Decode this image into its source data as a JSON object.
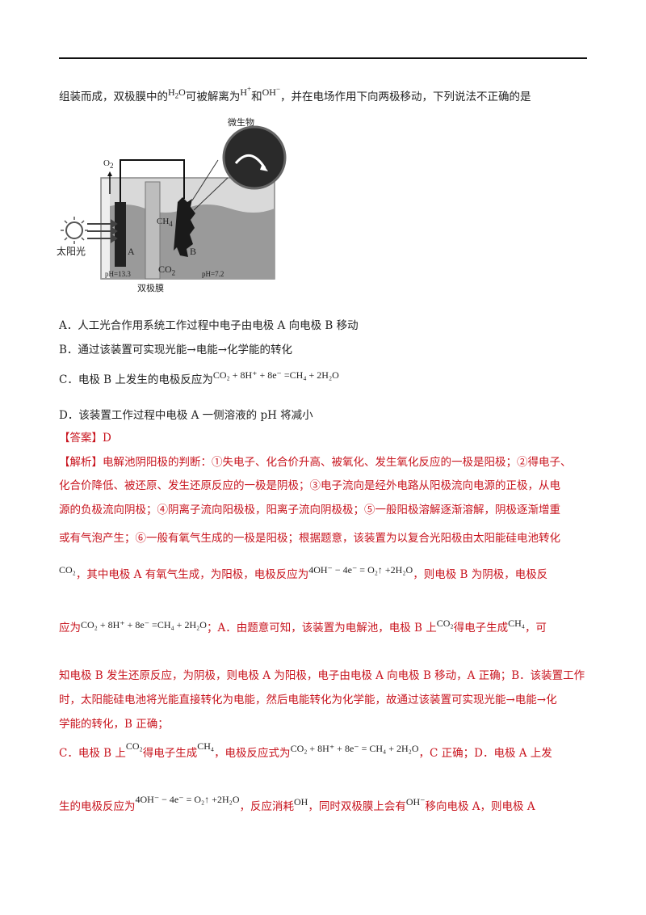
{
  "intro": {
    "pre": "组装而成，双极膜中的",
    "h2o": "H",
    "h2o_sub": "2",
    "h2o_o": "O",
    "mid": "可被解离为",
    "h": "H",
    "h_sup": "+",
    "and": "和",
    "oh": "OH",
    "oh_sup": "−",
    "post": "，并在电场作用下向两极移动，下列说法不正确的是"
  },
  "figure": {
    "microbe": "微生物",
    "o2": "O",
    "o2_sub": "2",
    "sun": "太阳光",
    "ch4": "CH",
    "ch4_sub": "4",
    "a": "A",
    "b": "B",
    "co2": "CO",
    "co2_sub": "2",
    "ph_left": "pH=13.3",
    "ph_right": "pH=7.2",
    "membrane": "双极膜"
  },
  "options": {
    "a": "A．人工光合作用系统工作过程中电子由电极 A 向电极 B 移动",
    "b": "B．通过该装置可实现光能→电能→化学能的转化",
    "c_pre": "C．电极 B 上发生的电极反应为",
    "c_eq": "CO₂ + 8H⁺ + 8e⁻ =CH₄ + 2H₂O",
    "d": "D．该装置工作过程中电极 A 一侧溶液的 pH 将减小"
  },
  "answer": "【答案】D",
  "analysis": {
    "l1": "【解析】电解池阴阳极的判断：①失电子、化合价升高、被氧化、发生氧化反应的一极是阳极；②得电子、",
    "l2": "化合价降低、被还原、发生还原反应的一极是阴极；③电子流向是经外电路从阳极流向电源的正极，从电",
    "l3": "源的负极流向阴极；④阴离子流向阳极极，阳离子流向阴极极；⑤一般阳极溶解逐渐溶解，阴极逐渐增重",
    "l4": "或有气泡产生；⑥一般有氧气生成的一极是阳极；根据题意，该装置为以复合光阳极由太阳能硅电池转化",
    "l5_co2": "CO₂",
    "l5_a": "，其中电极 A 有氧气生成，为阳极，电极反应为",
    "l5_eq": "4OH⁻ − 4e⁻ = O₂↑ +2H₂O",
    "l5_b": "，则电极 B 为阴极，电极反",
    "l6_a": "应为",
    "l6_eq": "CO₂ + 8H⁺ + 8e⁻ =CH₄ + 2H₂O",
    "l6_b": "；A．由题意可知，该装置为电解池，电极 B 上",
    "l6_co2": "CO₂",
    "l6_c": "得电子生成",
    "l6_ch4": "CH₄",
    "l6_d": "，可",
    "l7": "知电极 B 发生还原反应，为阴极，则电极 A 为阳极，电子由电极 A 向电极 B 移动，A 正确；B．该装置工作",
    "l8": "时，太阳能硅电池将光能直接转化为电能，然后电能转化为化学能，故通过该装置可实现光能→电能→化",
    "l9": "学能的转化，B 正确；",
    "l10_a": "C．电极 B 上",
    "l10_co2": "CO₂",
    "l10_b": "得电子生成",
    "l10_ch4": "CH₄",
    "l10_c": "，电极反应式为",
    "l10_eq": "CO₂ + 8H⁺ + 8e⁻ = CH₄ + 2H₂O",
    "l10_d": "，C 正确；D．电极 A 上发",
    "l11_a": "生的电极反应为",
    "l11_eq": "4OH⁻ − 4e⁻ = O₂↑ +2H₂O",
    "l11_b": "，反应消耗",
    "l11_oh": "OH",
    "l11_c": "，同时双极膜上会有",
    "l11_oh2": "OH⁻",
    "l11_d": "移向电极 A，则电极 A"
  }
}
